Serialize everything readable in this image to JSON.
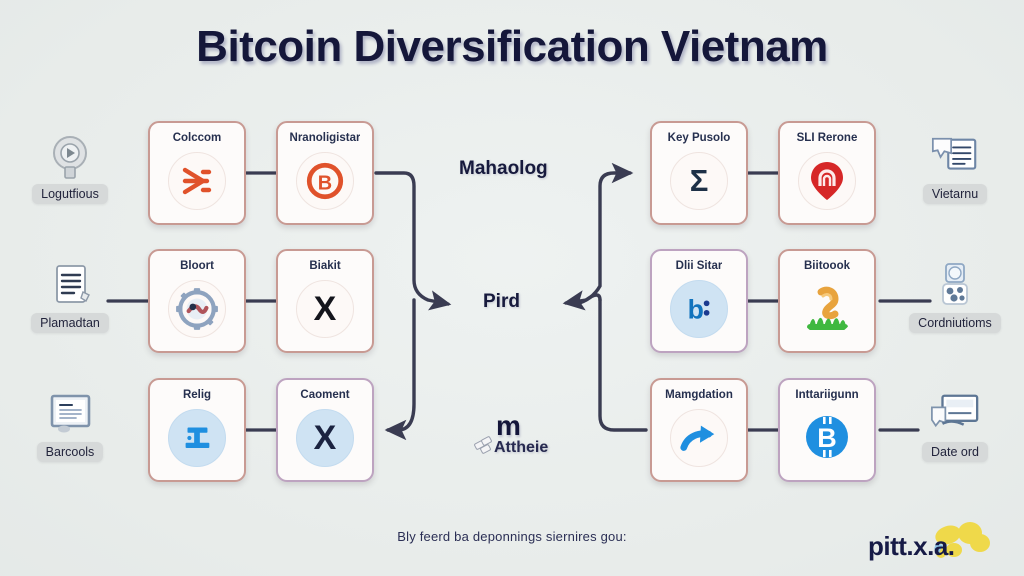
{
  "header": {
    "title": "Bitcoin Diversification Vietnam"
  },
  "diagram": {
    "center_labels": {
      "top": "Mahaolog",
      "middle": "Pird",
      "bottom_glyph": "m",
      "bottom": "Attheie"
    },
    "left_column_cards": [
      {
        "label": "Colccom",
        "icon": "orange-abstract-icon"
      },
      {
        "label": "Nranoligistar",
        "icon": "bitcoin-orange-icon"
      },
      {
        "label": "Bloort",
        "icon": "gear-ring-icon"
      },
      {
        "label": "Biakit",
        "icon": "letter-x-icon"
      },
      {
        "label": "Relig",
        "icon": "ibeam-cursor-icon"
      },
      {
        "label": "Caoment",
        "icon": "letter-x-blue-icon"
      }
    ],
    "right_column_cards": [
      {
        "label": "Key Pusolo",
        "icon": "sigma-icon"
      },
      {
        "label": "SLI Rerone",
        "icon": "map-pin-red-icon"
      },
      {
        "label": "Dlii Sitar",
        "icon": "blue-b-icon"
      },
      {
        "label": "Biitoook",
        "icon": "animal-grass-icon"
      },
      {
        "label": "Mamgdation",
        "icon": "curved-arrow-icon"
      },
      {
        "label": "Inttariigunn",
        "icon": "bitcoin-blue-icon"
      }
    ],
    "left_side_items": [
      {
        "label": "Logutfious",
        "icon": "magnifier-grey-icon"
      },
      {
        "label": "Plamadtan",
        "icon": "document-lines-icon"
      },
      {
        "label": "Barcools",
        "icon": "framed-document-icon"
      }
    ],
    "right_side_items": [
      {
        "label": "Vietarnu",
        "icon": "stacked-notes-icon"
      },
      {
        "label": "Cordniutioms",
        "icon": "globe-person-icon"
      },
      {
        "label": "Date ord",
        "icon": "monitor-page-icon"
      }
    ]
  },
  "footer": {
    "caption": "Bly feerd ba deponnings siernires gou:",
    "brand": "pitt.x.a."
  },
  "colors": {
    "title": "#15173a",
    "card_border": "#c89a93",
    "accent_orange": "#e0522b",
    "accent_blue": "#1f8fe0",
    "accent_red": "#d62727",
    "background": "#eaeeec",
    "brand_yellow": "#efd94a"
  }
}
